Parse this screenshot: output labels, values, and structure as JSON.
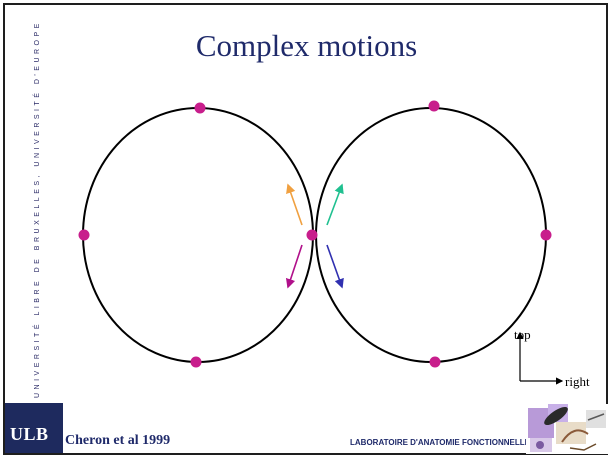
{
  "slide": {
    "title": "Complex motions",
    "side_text": "UNIVERSITÉ LIBRE DE BRUXELLES, UNIVERSITÉ D'EUROPE",
    "footer": {
      "logo": "ULB",
      "citation": "Cheron et al 1999",
      "lab": "LABORATOIRE D'ANATOMIE FONCTIONNELLE"
    }
  },
  "diagram": {
    "axis": {
      "up_label": "top",
      "right_label": "right"
    },
    "colors": {
      "circle": "#000000",
      "markers": "#c81e8c",
      "arrow_up_left": "#f0a040",
      "arrow_down_left": "#b0108a",
      "arrow_up_right": "#20c090",
      "arrow_down_right": "#3030b0"
    }
  }
}
